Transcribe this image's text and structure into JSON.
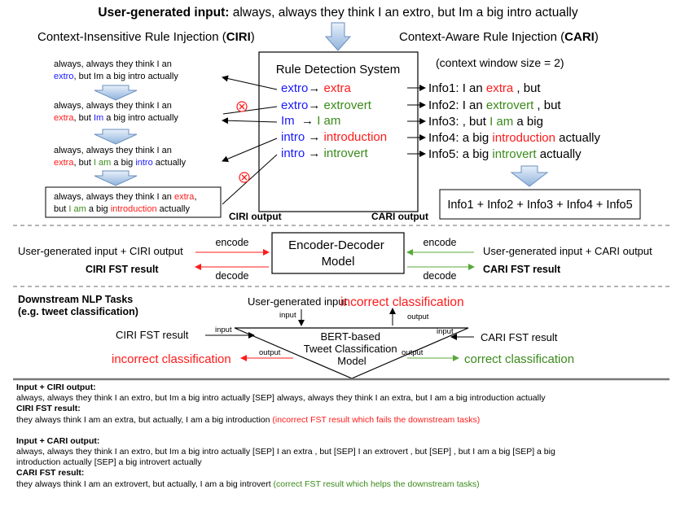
{
  "header": {
    "title_bold": "User-generated input:",
    "title_rest": " always, always they think I an extro, but Im a big intro actually"
  },
  "ciri_heading": {
    "text": "Context-Insensitive Rule Injection (",
    "bold": "CIRI",
    "end": ")"
  },
  "cari_heading": {
    "text": "Context-Aware Rule Injection (",
    "bold": "CARI",
    "end": ")"
  },
  "context_window": "(context window size = 2)",
  "rule_box": {
    "title": "Rule Detection System",
    "rules": [
      {
        "src": "extro",
        "arrow": "→ ",
        "dst": "extra"
      },
      {
        "src": "extro",
        "arrow": "→ ",
        "dst": "extrovert"
      },
      {
        "src": "Im",
        "arrow": "  → ",
        "dst": "I am"
      },
      {
        "src": "intro",
        "arrow": " → ",
        "dst": "introduction"
      },
      {
        "src": "intro",
        "arrow": " → ",
        "dst": "introvert"
      }
    ]
  },
  "ciri_steps": {
    "s1": {
      "l1": "always, always they think I an",
      "l2a": "extro",
      "l2b": ", but Im a big intro actually"
    },
    "s2": {
      "l1": "always, always they think I an",
      "l2a": "extra",
      "l2b": ", but ",
      "l2c": "Im",
      "l2d": " a big intro actually"
    },
    "s3": {
      "l1": "always, always they think I an",
      "l2a": "extra",
      "l2b": ", but ",
      "l2c": "I am",
      "l2d": " a big ",
      "l2e": "intro",
      "l2f": " actually"
    },
    "out": {
      "l1a": "always, always they think I an ",
      "l1b": "extra",
      "l1c": ",",
      "l2a": "but ",
      "l2b": "I am",
      "l2c": " a big ",
      "l2d": "introduction",
      "l2e": " actually"
    }
  },
  "ciri_output_label": "CIRI output",
  "cari_output_label": "CARI output",
  "infos": [
    {
      "pre": "Info1: I an ",
      "hl": "extra",
      "post": " , but",
      "color": "red"
    },
    {
      "pre": "Info2: I an ",
      "hl": "extrovert",
      "post": " , but",
      "color": "green"
    },
    {
      "pre": "Info3: , but ",
      "hl": "I am",
      "post": " a big",
      "color": "green"
    },
    {
      "pre": "Info4: a big ",
      "hl": "introduction",
      "post": " actually",
      "color": "red"
    },
    {
      "pre": "Info5: a big ",
      "hl": "introvert",
      "post": " actually",
      "color": "green"
    }
  ],
  "cari_output_box": "Info1 + Info2 + Info3 + Info4 + Info5",
  "encdec": {
    "box_l1": "Encoder-Decoder",
    "box_l2": "Model",
    "left_input": "User-generated input + CIRI output",
    "right_input": "User-generated input + CARI output",
    "left_result": "CIRI FST result",
    "right_result": "CARI FST result",
    "encode": "encode",
    "decode": "decode"
  },
  "downstream": {
    "title_l1": "Downstream NLP Tasks",
    "title_l2": "(e.g. tweet classification)",
    "top_input": "User-generated input",
    "top_result": "incorrect classification",
    "input": "input",
    "output": "output",
    "model_l1": "BERT-based",
    "model_l2": "Tweet Classification",
    "model_l3": "Model",
    "left_in": "CIRI FST result",
    "right_in": "CARI FST result",
    "left_out": "incorrect classification",
    "right_out": "correct classification"
  },
  "bottom": {
    "ciri_in_h": "Input + CIRI output:",
    "ciri_in": "always, always they think I an extro, but Im a big intro actually [SEP]  always, always they think I an extra, but I am a big introduction actually",
    "ciri_res_h": "CIRI FST result:",
    "ciri_res": "they always think I am an extra, but actually, I am a big introduction ",
    "ciri_res_note": "(incorrect FST result which fails the downstream tasks)",
    "cari_in_h": "Input + CARI output:",
    "cari_in_l1": "always, always they think I an extro, but Im a big intro actually [SEP]  I an extra , but [SEP] I an extrovert , but [SEP] , but I am a big [SEP] a big",
    "cari_in_l2": "introduction actually [SEP] a big introvert actually",
    "cari_res_h": "CARI FST result:",
    "cari_res": "they always think I am an extrovert, but actually, I am a big introvert ",
    "cari_res_note": "(correct FST result which helps the downstream tasks)"
  }
}
